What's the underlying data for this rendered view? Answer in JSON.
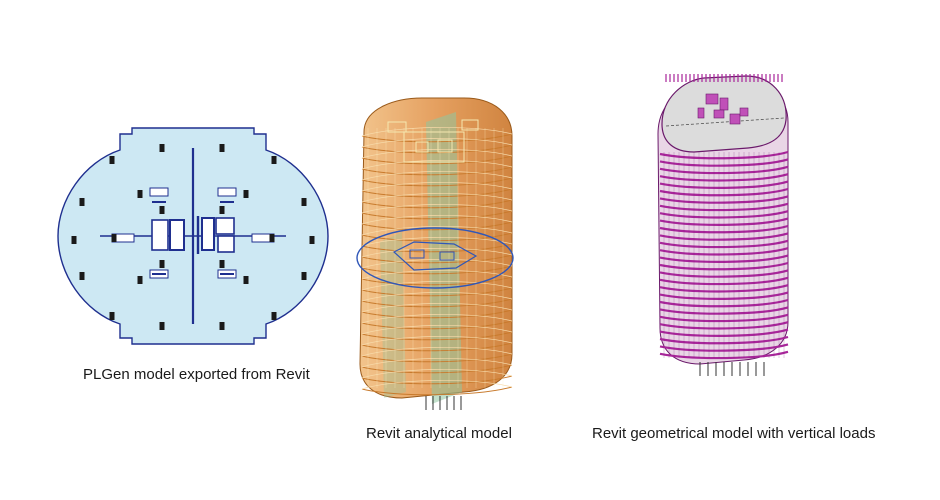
{
  "panels": [
    {
      "id": "plgen",
      "caption": "PLGen model exported from Revit"
    },
    {
      "id": "analytical",
      "caption": "Revit analytical model"
    },
    {
      "id": "geometrical",
      "caption": "Revit geometrical model with vertical loads"
    }
  ],
  "colors": {
    "slab_fill": "#cde8f3",
    "slab_outline": "#1f2f8f",
    "wall_dark": "#1a1a1a",
    "analytical_orange": "#e8a45a",
    "analytical_beam": "#c87a2c",
    "analytical_blue": "#3057b8",
    "geo_magenta": "#a8259a",
    "geo_roof": "#dcdcdc"
  }
}
